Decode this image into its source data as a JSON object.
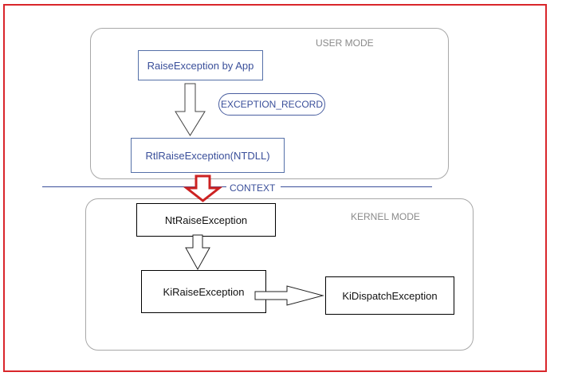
{
  "user_mode": {
    "label": "USER MODE",
    "raise_exception": "RaiseException by App",
    "exception_record": "EXCEPTION_RECORD",
    "rtl_raise": "RtlRaiseException(NTDLL)"
  },
  "boundary": {
    "label": "CONTEXT"
  },
  "kernel_mode": {
    "label": "KERNEL MODE",
    "nt_raise": "NtRaiseException",
    "ki_raise": "KiRaiseException",
    "ki_dispatch": "KiDispatchException"
  },
  "colors": {
    "frame": "#d9262b",
    "user_text": "#3a4f9a",
    "boundary_arrow": "#cc2222",
    "region_border": "#a8a8a8"
  }
}
